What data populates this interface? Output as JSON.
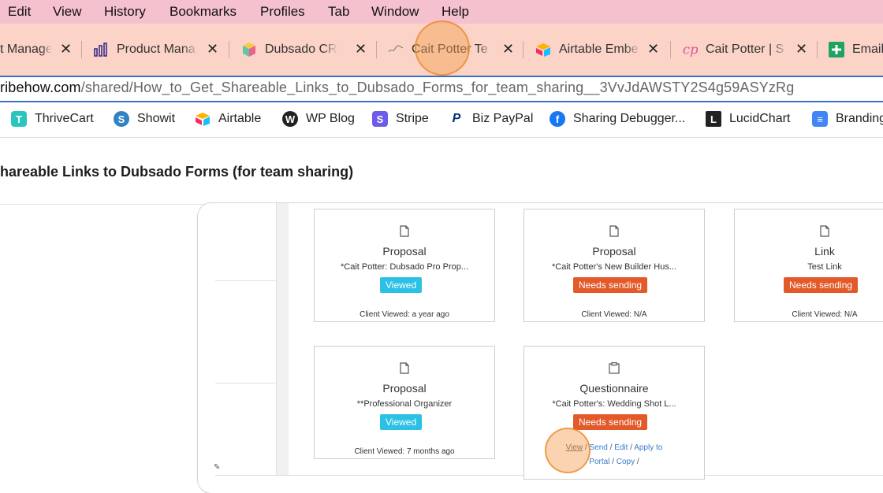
{
  "menu": [
    "Edit",
    "View",
    "History",
    "Bookmarks",
    "Profiles",
    "Tab",
    "Window",
    "Help"
  ],
  "tabs": [
    {
      "label": "t Manage",
      "icon": "none",
      "close": "✕"
    },
    {
      "label": "Product Mana",
      "icon": "bar-chart-icon",
      "close": "✕"
    },
    {
      "label": "Dubsado CRM",
      "icon": "dubsado-cube-icon",
      "close": "✕"
    },
    {
      "label": "Cait Potter Te",
      "icon": "signature-icon",
      "close": "✕"
    },
    {
      "label": "Airtable Embe",
      "icon": "airtable-icon",
      "close": "✕"
    },
    {
      "label": "Cait Potter | S",
      "icon": "cp-logo-icon",
      "close": "✕"
    },
    {
      "label": "Email",
      "icon": "plus-square-icon",
      "close": ""
    }
  ],
  "address": {
    "host": "ribehow.com",
    "path": "/shared/How_to_Get_Shareable_Links_to_Dubsado_Forms_for_team_sharing__3VvJdAWSTY2S4g59ASYzRg"
  },
  "bookmarks": [
    {
      "label": "ThriveCart",
      "icon": "thrivecart-icon",
      "color": "#2bc5c0",
      "glyph": "T"
    },
    {
      "label": "Showit",
      "icon": "showit-icon",
      "color": "#2f83c4",
      "glyph": "S"
    },
    {
      "label": "Airtable",
      "icon": "airtable-icon",
      "color": "#f5b800",
      "glyph": "◆"
    },
    {
      "label": "WP Blog",
      "icon": "wordpress-icon",
      "color": "#222222",
      "glyph": "W"
    },
    {
      "label": "Stripe",
      "icon": "stripe-icon",
      "color": "#6c5ce7",
      "glyph": "S"
    },
    {
      "label": "Biz PayPal",
      "icon": "paypal-icon",
      "color": "#0b2e7a",
      "glyph": "P"
    },
    {
      "label": "Sharing Debugger...",
      "icon": "facebook-icon",
      "color": "#1877f2",
      "glyph": "f"
    },
    {
      "label": "LucidChart",
      "icon": "lucidchart-icon",
      "color": "#222222",
      "glyph": "L"
    },
    {
      "label": "Branding",
      "icon": "google-docs-icon",
      "color": "#4285f4",
      "glyph": "≡"
    }
  ],
  "page": {
    "title": "hareable Links to Dubsado Forms (for team sharing)"
  },
  "cards": [
    {
      "type": "Proposal",
      "name": "*Cait Potter: Dubsado Pro Prop...",
      "badge": "Viewed",
      "status": "viewed",
      "footer": "Client Viewed: a year ago",
      "icon": "document-icon"
    },
    {
      "type": "Proposal",
      "name": "*Cait Potter's New Builder Hus...",
      "badge": "Needs sending",
      "status": "needs",
      "footer": "Client Viewed: N/A",
      "icon": "document-icon"
    },
    {
      "type": "Link",
      "name": "Test Link",
      "badge": "Needs sending",
      "status": "needs",
      "footer": "Client Viewed: N/A",
      "icon": "document-icon"
    },
    {
      "type": "Proposal",
      "name": "**Professional Organizer",
      "badge": "Viewed",
      "status": "viewed",
      "footer": "Client Viewed: 7 months ago",
      "icon": "document-icon"
    },
    {
      "type": "Questionnaire",
      "name": "*Cait Potter's: Wedding Shot L...",
      "badge": "Needs sending",
      "status": "needs",
      "footer": "",
      "icon": "clipboard-icon"
    }
  ],
  "card_actions": {
    "view": "View",
    "sep": " / ",
    "send": "Send",
    "edit": "Edit",
    "apply": "Apply to",
    "portal": "Portal",
    "copy": "Copy",
    "trail": " /"
  },
  "colors": {
    "menubar": "#f6c1cf",
    "tabstrip": "#fbd3c7",
    "viewed": "#2bc1e5",
    "needs_sending": "#e3592a",
    "highlight": "#f5a050"
  }
}
